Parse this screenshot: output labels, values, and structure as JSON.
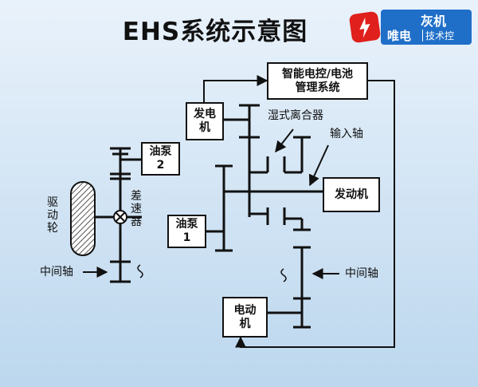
{
  "title": "EHS系统示意图",
  "logo": {
    "top": "灰机",
    "bottom_left": "唯电",
    "bottom_right": "技术控",
    "colors": {
      "mark": "#e0201c",
      "box": "#1f6fc9"
    }
  },
  "boxes": {
    "control": "智能电控/电池\n管理系统",
    "generator": "发电\n机",
    "pump2": "油泵\n2",
    "pump1": "油泵\n1",
    "engine": "发动机",
    "motor": "电动\n机"
  },
  "labels": {
    "clutch": "湿式离合器",
    "input_shaft": "输入轴",
    "drive_wheel": "驱动轮",
    "differential": "差速器",
    "countershaft_left": "中间轴",
    "countershaft_right": "中间轴"
  },
  "colors": {
    "background_top": "#e9f2fb",
    "background_bottom": "#bcd7ee",
    "line": "#111111",
    "wheel_hatch": "#555555"
  }
}
